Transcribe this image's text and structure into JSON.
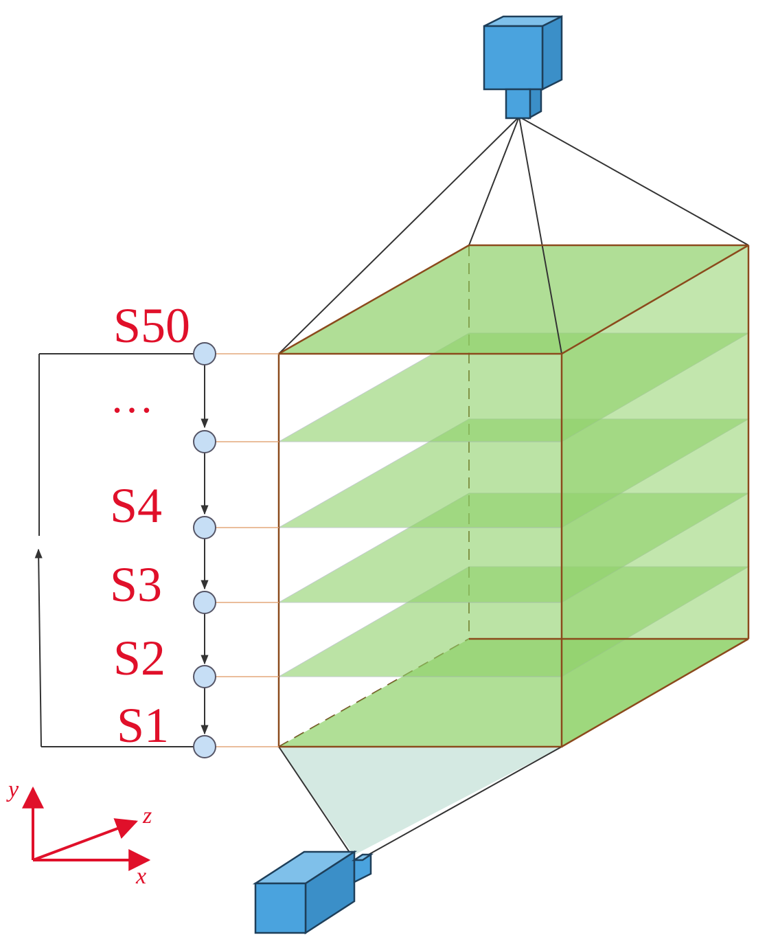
{
  "slice_labels": {
    "s50": "S50",
    "ellipsis": "…",
    "s4": "S4",
    "s3": "S3",
    "s2": "S2",
    "s1": "S1"
  },
  "axes": {
    "x": "x",
    "y": "y",
    "z": "z"
  },
  "colors": {
    "label_red": "#e0102a",
    "plane_green": "#8fd16a",
    "plane_green_dark": "#6cc43f",
    "camera_blue": "#4aa3de",
    "box_edge": "#8b4a1c",
    "node_fill": "#c6def5",
    "beam_cyan": "#cfe7df"
  },
  "icons": {
    "top_camera": "camera-icon",
    "bottom_camera": "camera-icon"
  }
}
